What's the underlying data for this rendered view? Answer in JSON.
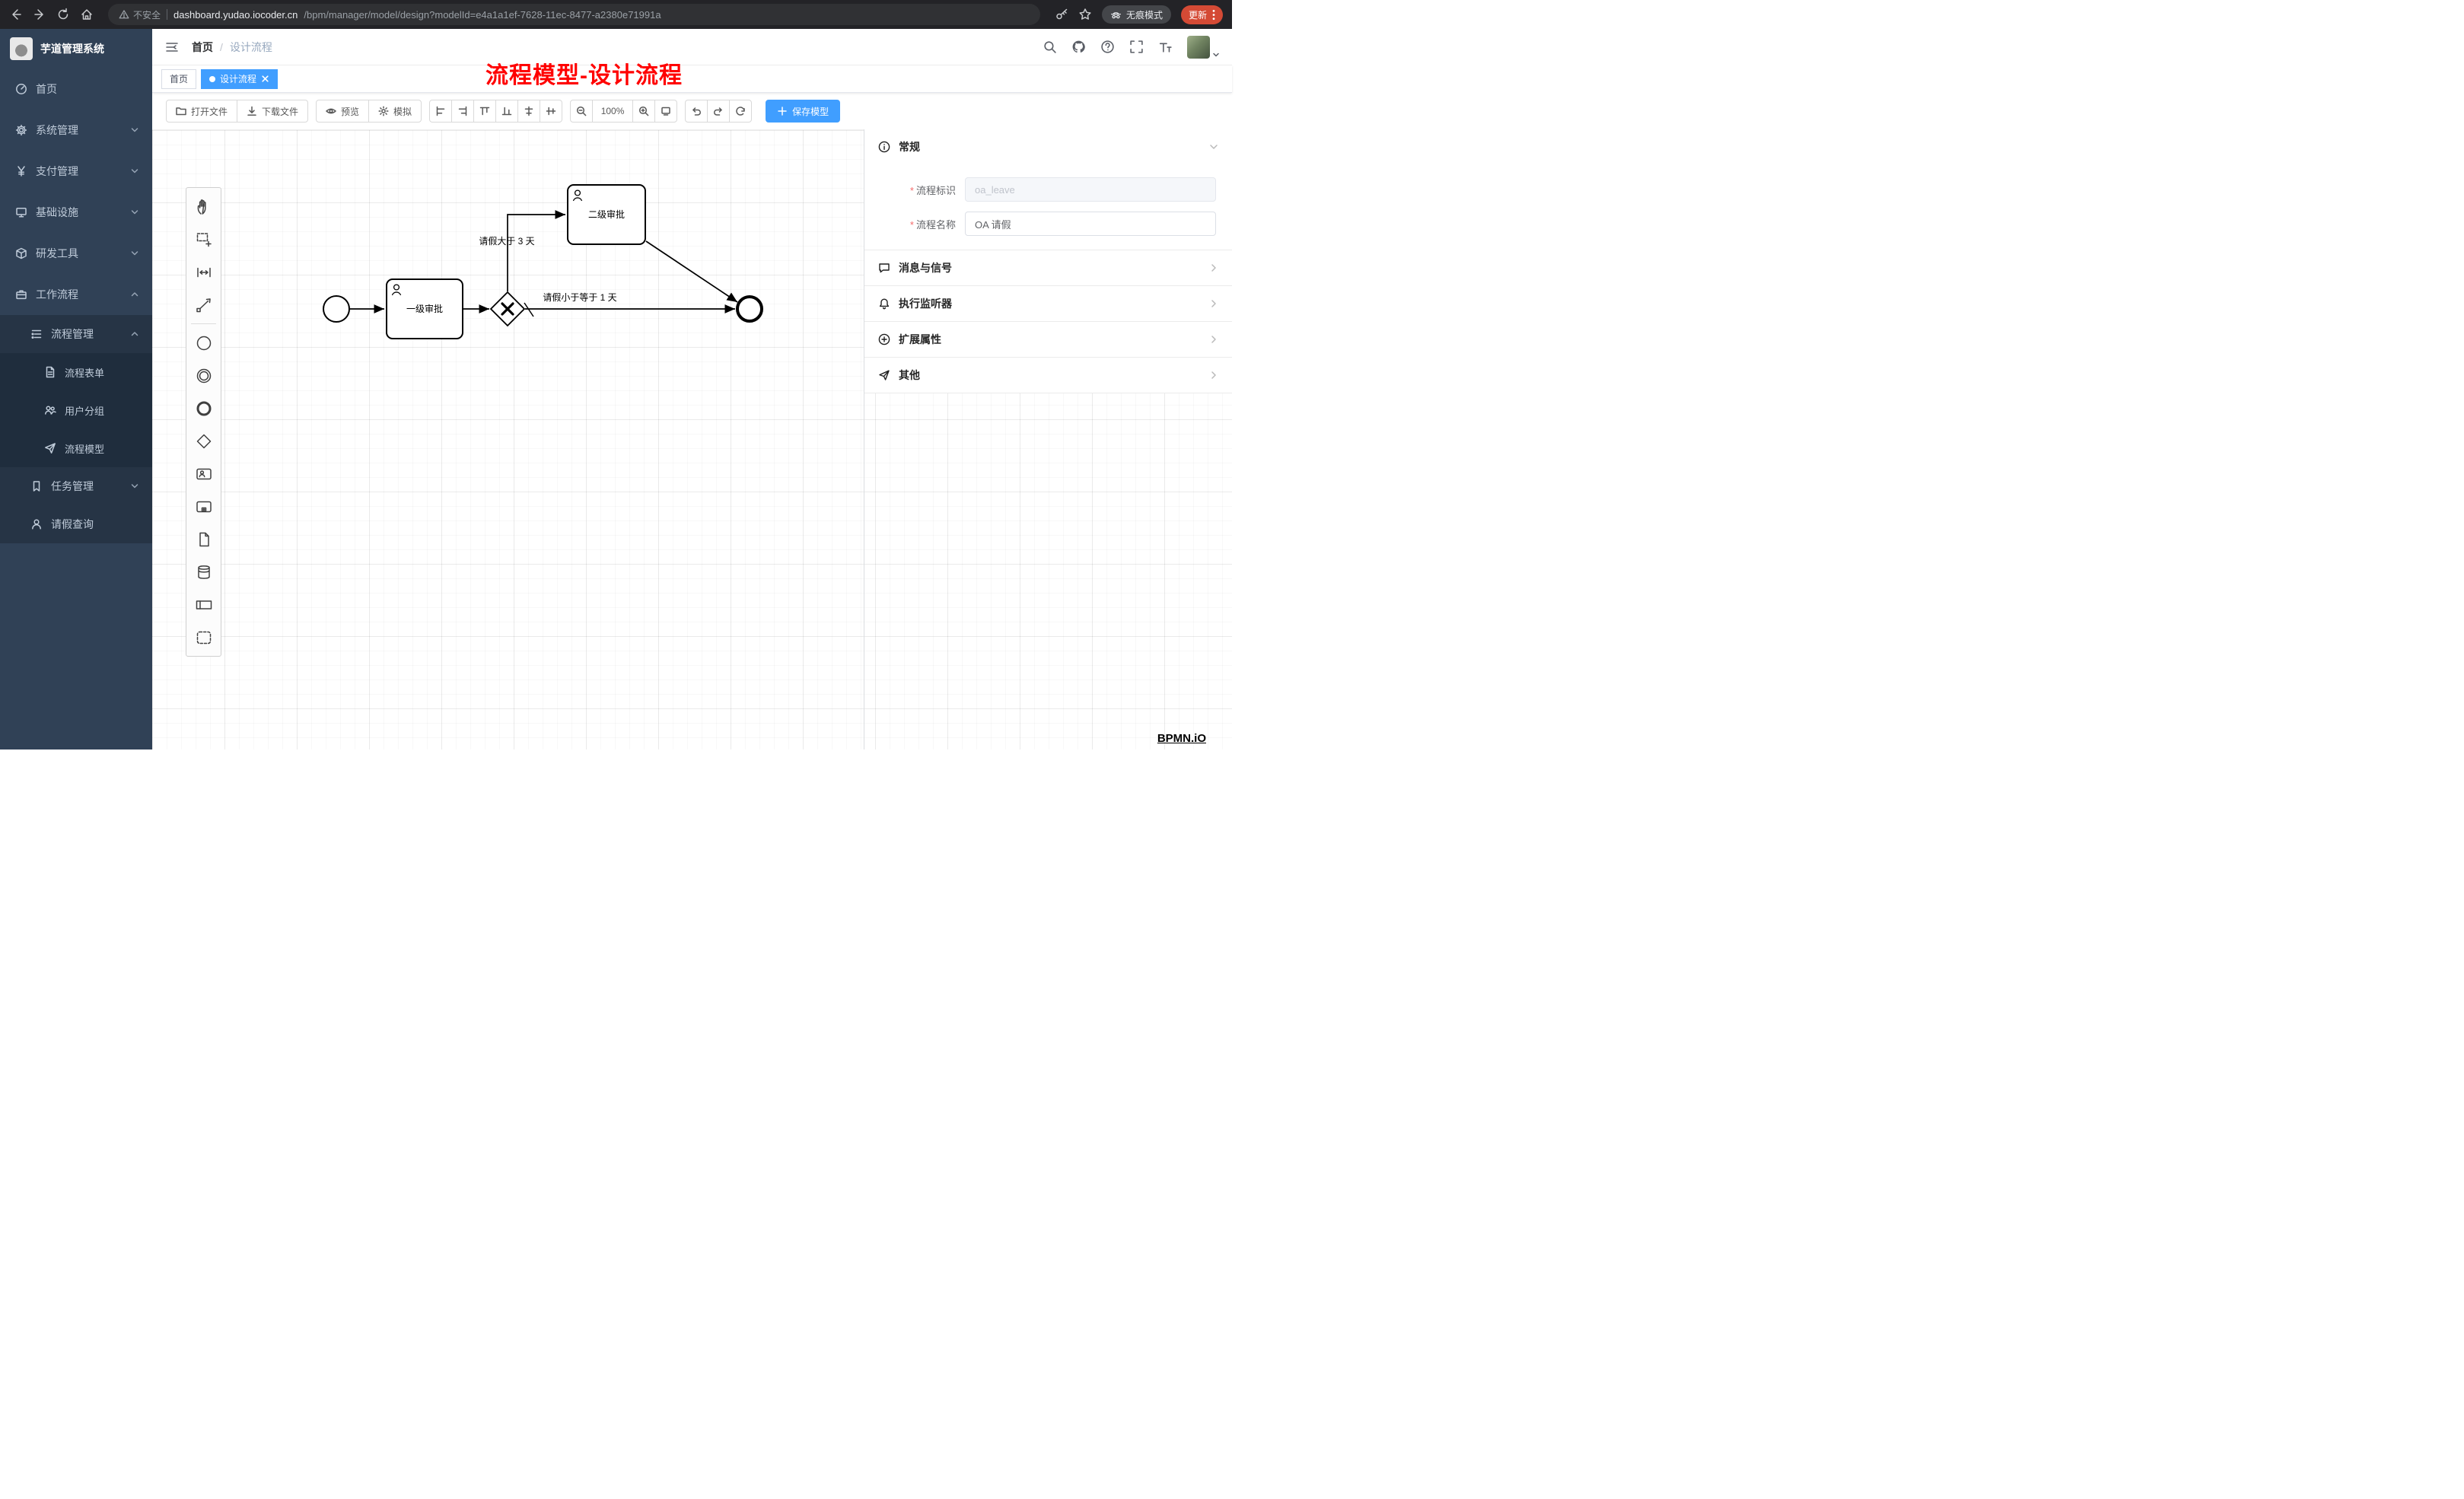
{
  "browser": {
    "security_label": "不安全",
    "url_host": "dashboard.yudao.iocoder.cn",
    "url_path": "/bpm/manager/model/design?modelId=e4a1a1ef-7628-11ec-8477-a2380e71991a",
    "incognito_label": "无痕模式",
    "update_label": "更新"
  },
  "sidebar": {
    "app_title": "芋道管理系统",
    "items": [
      {
        "label": "首页"
      },
      {
        "label": "系统管理"
      },
      {
        "label": "支付管理"
      },
      {
        "label": "基础设施"
      },
      {
        "label": "研发工具"
      },
      {
        "label": "工作流程"
      },
      {
        "label": "流程管理"
      },
      {
        "label": "流程表单"
      },
      {
        "label": "用户分组"
      },
      {
        "label": "流程模型"
      },
      {
        "label": "任务管理"
      },
      {
        "label": "请假查询"
      }
    ]
  },
  "header": {
    "breadcrumb_home": "首页",
    "breadcrumb_current": "设计流程",
    "annotation": "流程模型-设计流程"
  },
  "tabs": {
    "home": "首页",
    "design": "设计流程"
  },
  "toolbar": {
    "open_file": "打开文件",
    "download_file": "下载文件",
    "preview": "预览",
    "simulate": "模拟",
    "zoom_level": "100%",
    "save_model": "保存模型"
  },
  "diagram": {
    "task1_label": "一级审批",
    "task2_label": "二级审批",
    "condition_gt": "请假大于 3 天",
    "condition_lte": "请假小于等于 1 天"
  },
  "properties": {
    "required_mark": "*",
    "sections": {
      "general": "常规",
      "message_signal": "消息与信号",
      "execution_listener": "执行监听器",
      "extension_attributes": "扩展属性",
      "other": "其他"
    },
    "fields": {
      "process_key_label": "流程标识",
      "process_key_value": "oa_leave",
      "process_name_label": "流程名称",
      "process_name_value": "OA 请假"
    }
  },
  "watermark": "BPMN.iO"
}
